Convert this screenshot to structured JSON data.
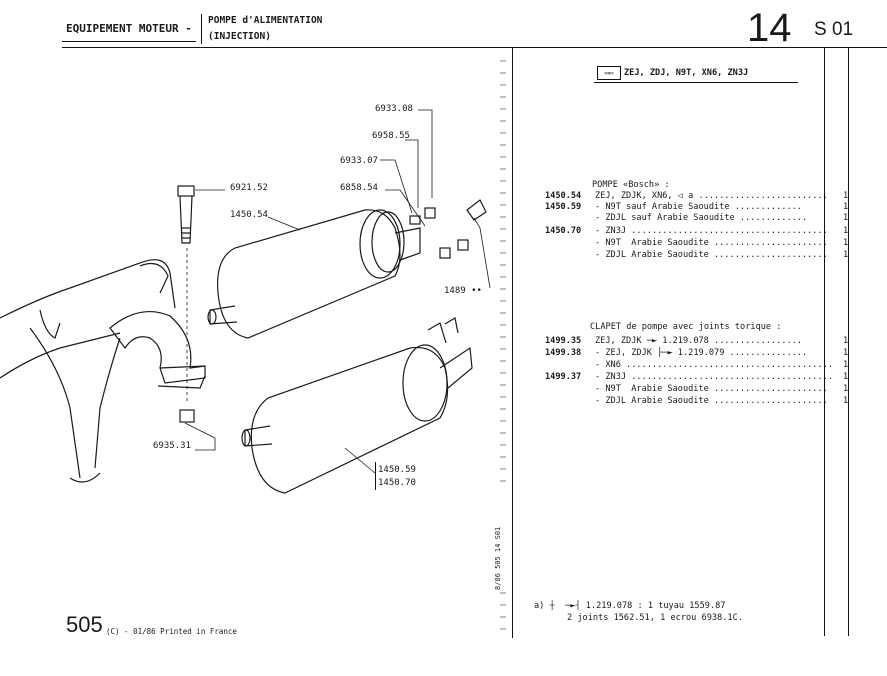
{
  "header": {
    "section": "EQUIPEMENT MOTEUR",
    "dash": "-",
    "subtitle_line1": "POMPE d'ALIMENTATION",
    "subtitle_line2": "(INJECTION)",
    "chapter": "14",
    "subsection": "S 01"
  },
  "footer": {
    "page_number": "505",
    "print_note": "(C) - 01/86 Printed in France",
    "side_code": "8/86 505 14 S01"
  },
  "diagram": {
    "labels": [
      "6933.08",
      "6958.55",
      "6933.07",
      "6858.54",
      "6921.52",
      "1450.54",
      "1489",
      "6935.31",
      "1450.59",
      "1450.70"
    ]
  },
  "parts": {
    "engines": "ZEJ, ZDJ, N9T, XN6, ZN3J",
    "group1": {
      "title": "POMPE «Bosch» :",
      "rows": [
        {
          "code": "1450.54",
          "desc": "ZEJ, ZDJK, XN6,",
          "note": "a",
          "qty": "1"
        },
        {
          "code": "1450.59",
          "desc": "- N9T sauf Arabie Saoudite",
          "qty": "1"
        },
        {
          "code": "",
          "desc": "- ZDJL sauf Arabie Saoudite",
          "qty": "1"
        },
        {
          "code": "1450.70",
          "desc": "- ZN3J",
          "qty": "1"
        },
        {
          "code": "",
          "desc": "- N9T  Arabie Saoudite",
          "qty": "1"
        },
        {
          "code": "",
          "desc": "- ZDJL Arabie Saoudite",
          "qty": "1"
        }
      ]
    },
    "group2": {
      "title": "CLAPET de pompe avec joints torique :",
      "rows": [
        {
          "code": "1499.35",
          "desc": "ZEJ, ZDJK",
          "ref": "1.219.078",
          "qty": "1"
        },
        {
          "code": "1499.38",
          "desc": "- ZEJ, ZDJK",
          "ref": "1.219.079",
          "qty": "1"
        },
        {
          "code": "",
          "desc": "- XN6",
          "qty": "1"
        },
        {
          "code": "1499.37",
          "desc": "- ZN3J",
          "qty": "1"
        },
        {
          "code": "",
          "desc": "- N9T  Arabie Saoudite",
          "qty": "1"
        },
        {
          "code": "",
          "desc": "- ZDJL Arabie Saoudite",
          "qty": "1"
        }
      ]
    },
    "note": {
      "marker": "a)",
      "line1": "1.219.078 : 1 tuyau 1559.87",
      "line2": "2 joints 1562.51, 1 ecrou 6938.1C."
    }
  }
}
